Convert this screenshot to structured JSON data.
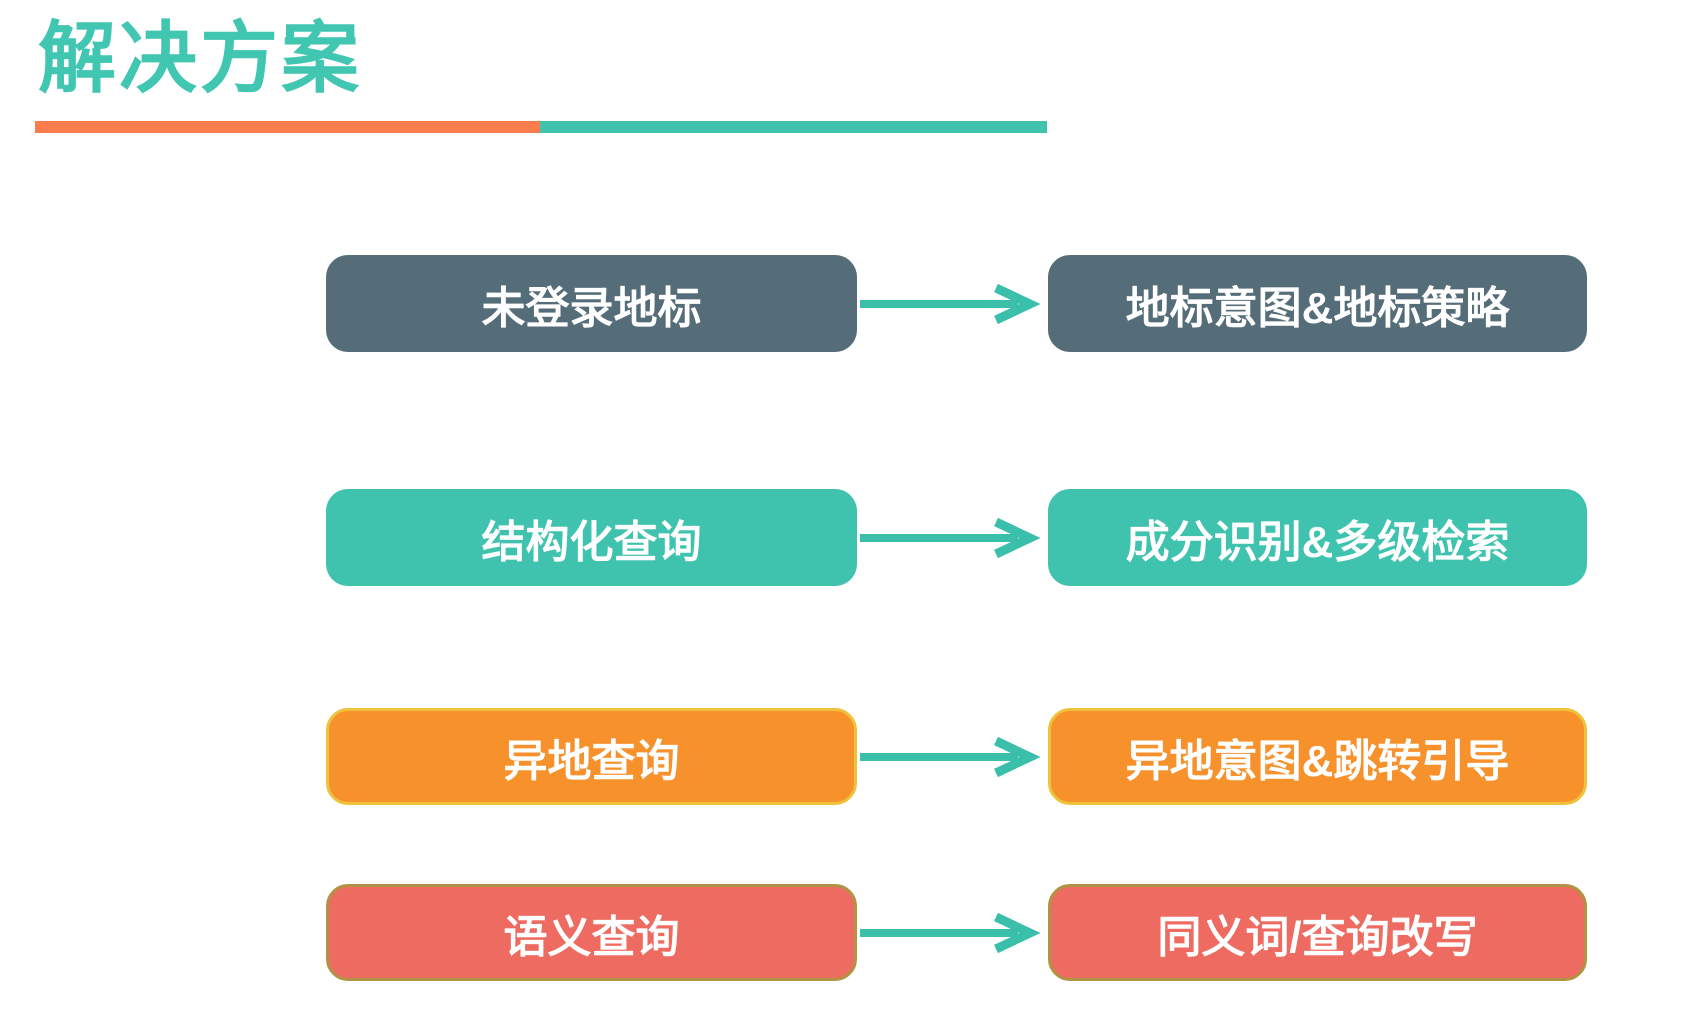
{
  "page": {
    "background_color": "#FFFFFF"
  },
  "header": {
    "title": "解决方案",
    "title_color": "#41C6B1",
    "underline_left_color": "#FB7C4C",
    "underline_right_color": "#3FC3AE"
  },
  "arrow": {
    "color": "#3ABFAA"
  },
  "rows": [
    {
      "left": "未登录地标",
      "right": "地标意图&地标策略",
      "fill": "#556D79",
      "border_color": "#556D79",
      "text_color": "#FFFFFF"
    },
    {
      "left": "结构化查询",
      "right": "成分识别&多级检索",
      "fill": "#3FC3AE",
      "border_color": "#3FC3AE",
      "text_color": "#FFFFFF"
    },
    {
      "left": "异地查询",
      "right": "异地意图&跳转引导",
      "fill": "#F6912C",
      "border_color": "#EFC23B",
      "text_color": "#FFFFFF"
    },
    {
      "left": "语义查询",
      "right": "同义词/查询改写",
      "fill": "#EE6B62",
      "border_color": "#B29343",
      "text_color": "#FFFFFF"
    }
  ]
}
